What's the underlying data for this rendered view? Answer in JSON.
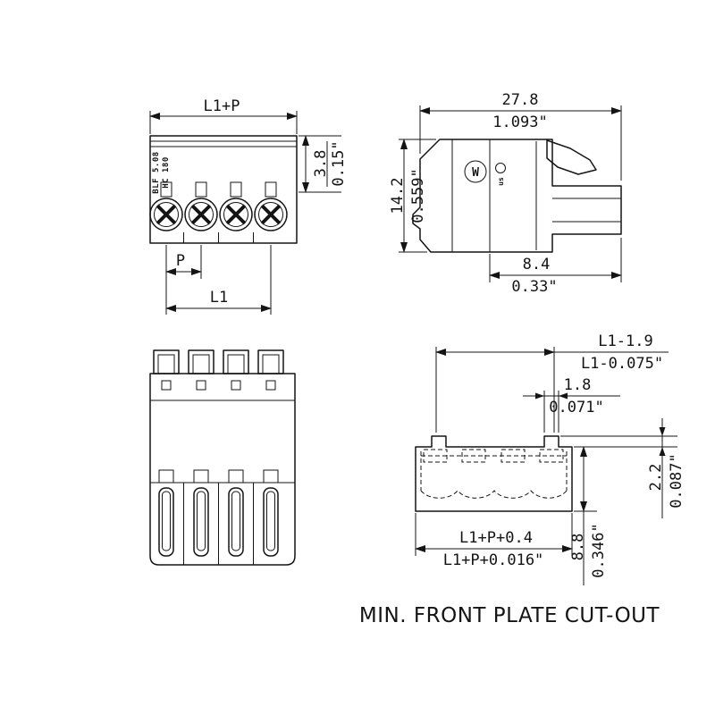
{
  "caption": "MIN. FRONT PLATE CUT-OUT",
  "colors": {
    "line": "#141414",
    "background": "#ffffff"
  },
  "front_view": {
    "part_marking_line1": "BLF 5.08",
    "part_marking_line2": "HC 180",
    "dim_width": "L1+P",
    "dim_height_mm": "3.8",
    "dim_height_in": "0.15\"",
    "dim_pitch": "P",
    "dim_span": "L1"
  },
  "side_view": {
    "logo_glyph": "W",
    "cert_marking": "us",
    "dim_length_mm": "27.8",
    "dim_length_in": "1.093\"",
    "dim_height_mm": "14.2",
    "dim_height_in": "0.559\"",
    "dim_tail_mm": "8.4",
    "dim_tail_in": "0.33\""
  },
  "cutout_view": {
    "dim_tab_span_mm": "L1-1.9",
    "dim_tab_span_in": "L1-0.075\"",
    "dim_tab_width_mm": "1.8",
    "dim_tab_width_in": "0.071\"",
    "dim_tab_height_mm": "2.2",
    "dim_tab_height_in": "0.087\"",
    "dim_height_mm": "8.8",
    "dim_height_in": "0.346\"",
    "dim_width_mm": "L1+P+0.4",
    "dim_width_in": "L1+P+0.016\""
  }
}
